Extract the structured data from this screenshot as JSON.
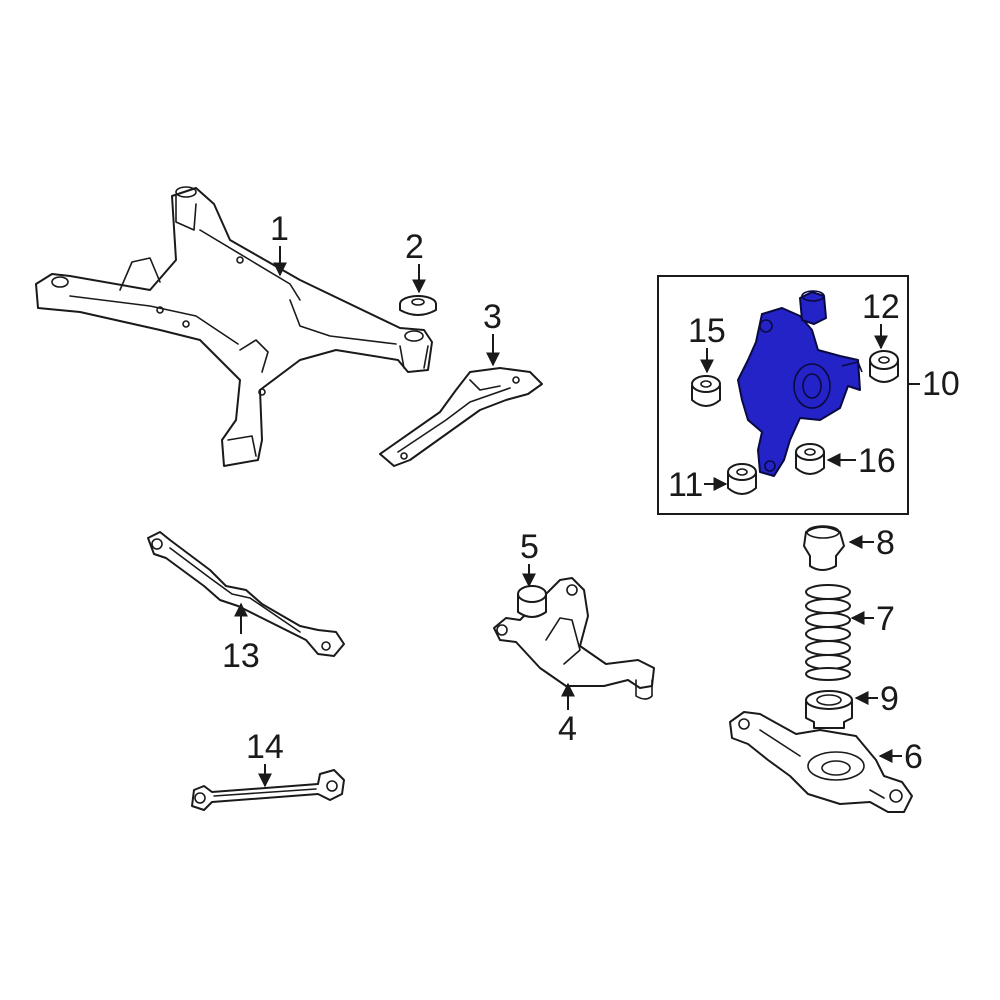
{
  "diagram": {
    "highlight_color": "#2323c8",
    "callouts": [
      {
        "id": "1",
        "label": "1"
      },
      {
        "id": "2",
        "label": "2"
      },
      {
        "id": "3",
        "label": "3"
      },
      {
        "id": "4",
        "label": "4"
      },
      {
        "id": "5",
        "label": "5"
      },
      {
        "id": "6",
        "label": "6"
      },
      {
        "id": "7",
        "label": "7"
      },
      {
        "id": "8",
        "label": "8"
      },
      {
        "id": "9",
        "label": "9"
      },
      {
        "id": "10",
        "label": "10"
      },
      {
        "id": "11",
        "label": "11"
      },
      {
        "id": "12",
        "label": "12"
      },
      {
        "id": "13",
        "label": "13"
      },
      {
        "id": "14",
        "label": "14"
      },
      {
        "id": "15",
        "label": "15"
      },
      {
        "id": "16",
        "label": "16"
      }
    ]
  }
}
